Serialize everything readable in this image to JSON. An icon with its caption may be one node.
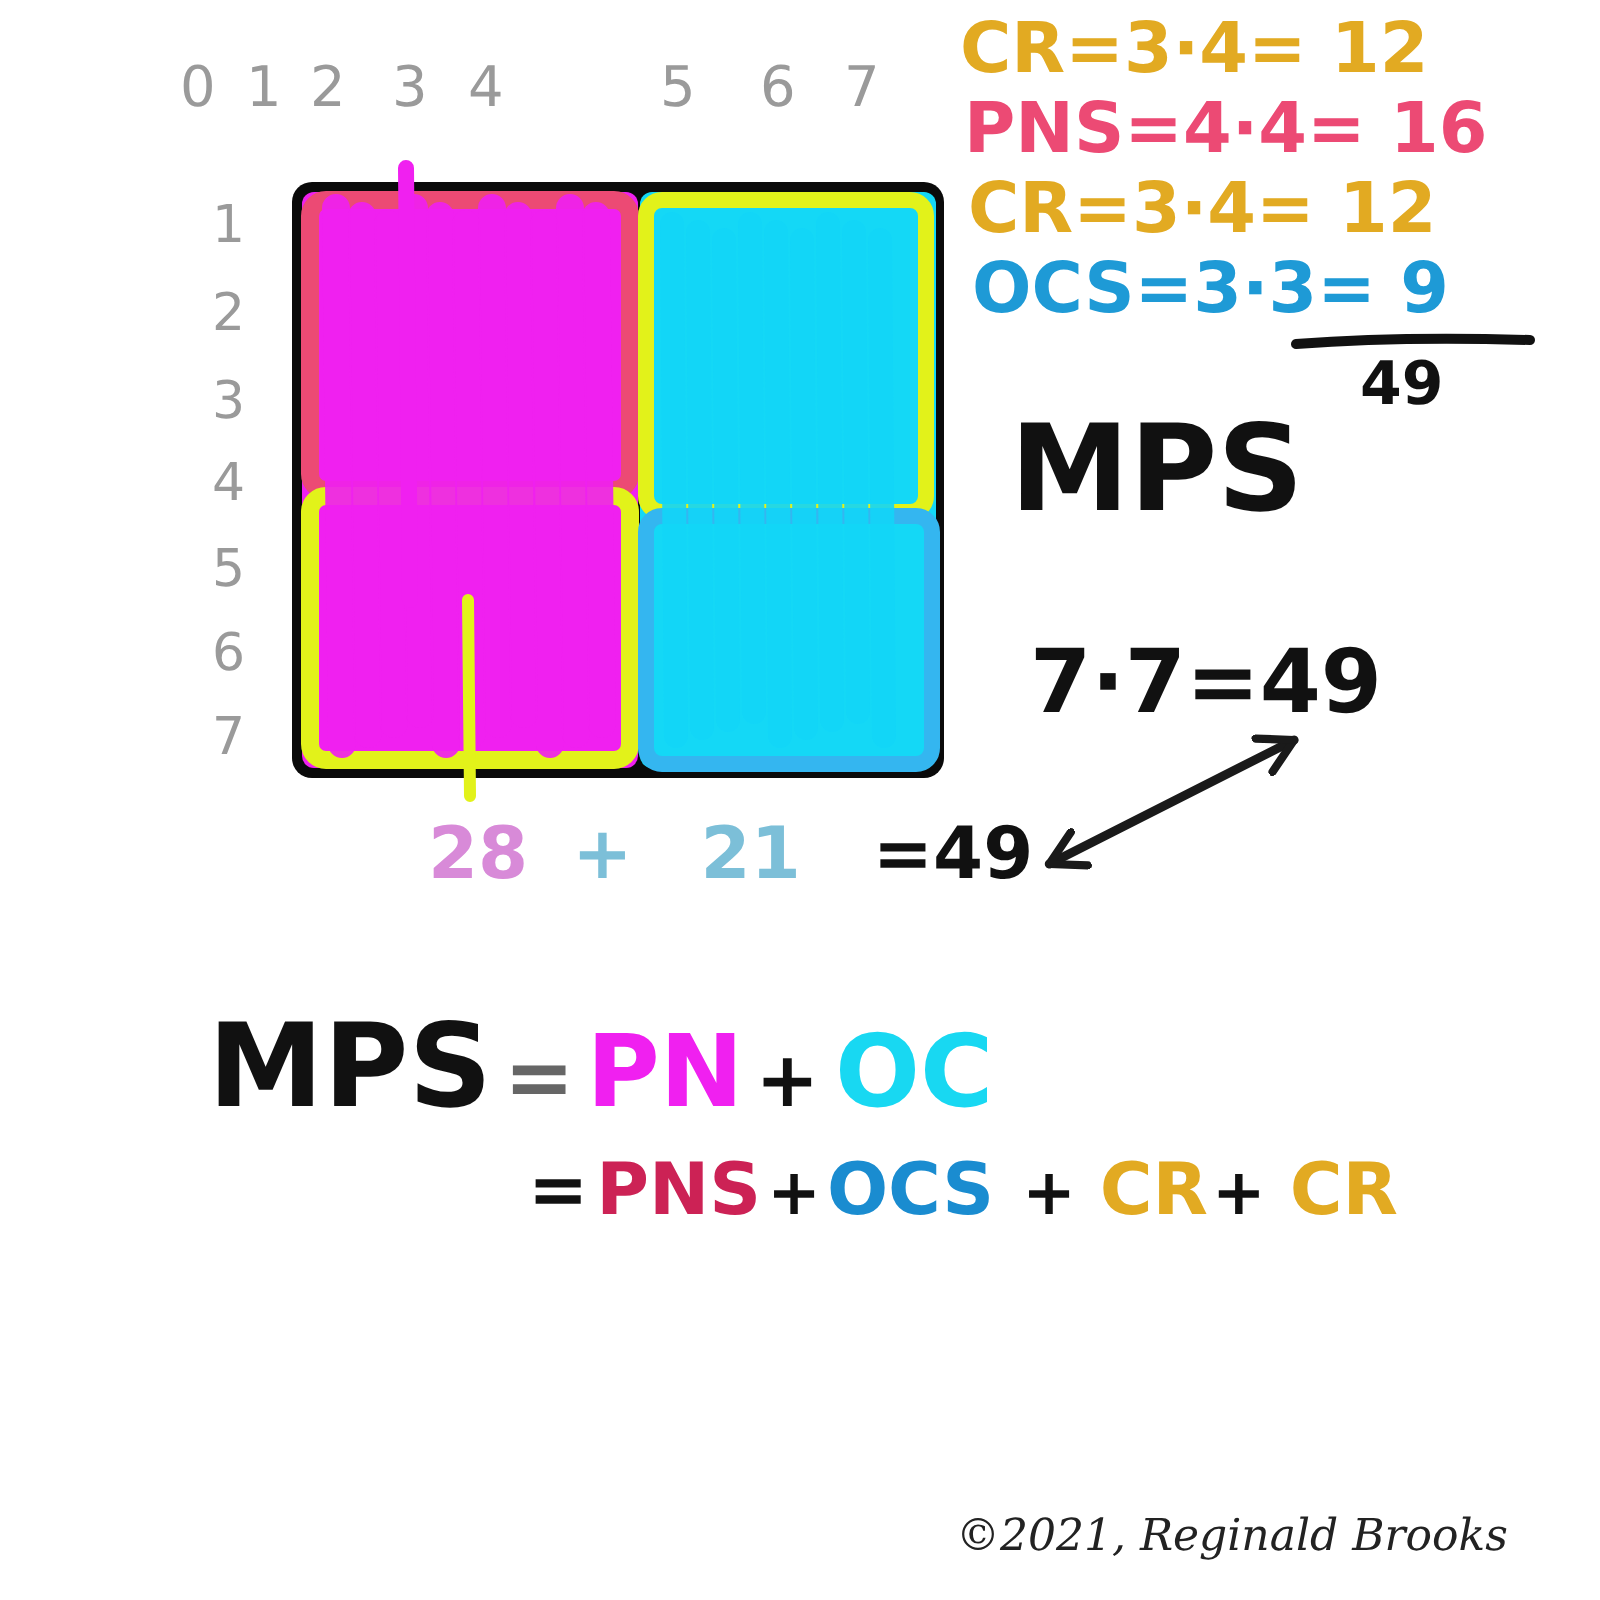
{
  "diagram": {
    "nodes": [
      {
        "text": [
          "7·7=49"
        ]
      },
      {
        "text": [
          "28",
          "+",
          "21",
          "=49"
        ]
      }
    ],
    "edges": [
      {
        "from": 1,
        "to": 0,
        "arrow": "both"
      }
    ],
    "labels": [
      "0",
      "1",
      "2",
      "3",
      "4",
      "5",
      "6",
      "7",
      "1",
      "2",
      "3",
      "4",
      "5",
      "6",
      "7",
      "CR=3·4= 12",
      "PNS=4·4= 16",
      "CR=3·4= 12",
      "OCS=3·3= 9",
      "49",
      "MPS",
      "MPS",
      "=",
      "PN",
      "+",
      "OC",
      "=",
      "PNS",
      "+",
      "OCS",
      "+",
      "CR",
      "+",
      "CR",
      "©2021, Reginald Brooks"
    ]
  }
}
